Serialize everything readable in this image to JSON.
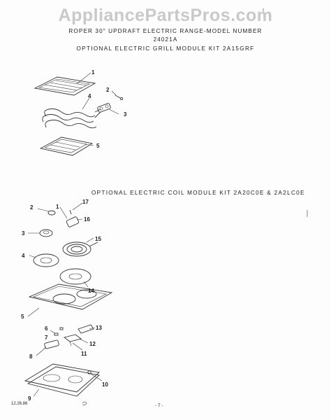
{
  "watermark": "AppliancePartsPros.com",
  "header": {
    "line1": "ROPER 30\" UPDRAFT ELECTRIC RANGE-MODEL NUMBER",
    "line2": "24021A",
    "grill_kit_title": "OPTIONAL ELECTRIC GRILL MODULE KIT 2A15GRF"
  },
  "coil_kit_title": "OPTIONAL ELECTRIC COIL MODULE KIT 2A20C0E & 2A2LC0E",
  "grill_callouts": [
    "1",
    "2",
    "3",
    "4",
    "5"
  ],
  "coil_callouts": [
    "1",
    "2",
    "3",
    "4",
    "5",
    "6",
    "7",
    "8",
    "9",
    "10",
    "11",
    "12",
    "13",
    "14",
    "15",
    "16",
    "17"
  ],
  "footer": {
    "date_code": "12.26.86",
    "page_number": "- 7 -"
  }
}
